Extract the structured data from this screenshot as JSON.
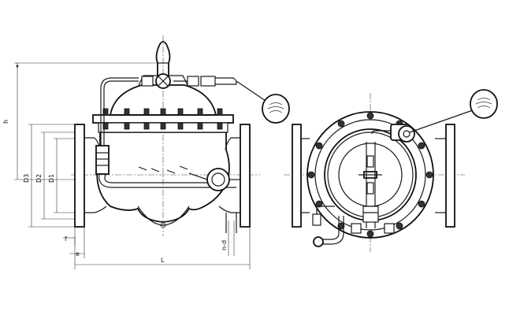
{
  "dimensions": {
    "h": "h",
    "D3": "D3",
    "D2": "D2",
    "D1": "D1",
    "f": "f",
    "e": "e",
    "L": "L",
    "n_d": "n-d"
  },
  "icons": {
    "float_ball": "float-ball-icon",
    "handwheel": "handwheel-icon"
  }
}
